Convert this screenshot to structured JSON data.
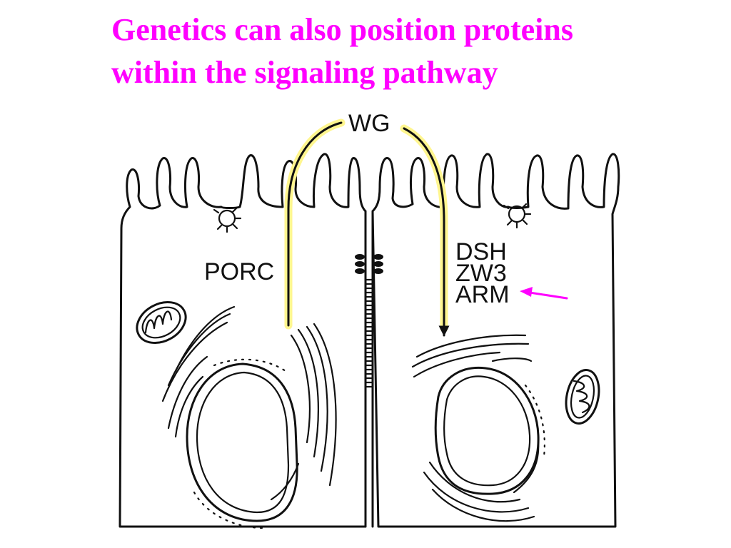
{
  "slide": {
    "title_line1": "Genetics can also position proteins",
    "title_line2": "within the signaling pathway",
    "title_color": "#FF00FF"
  },
  "diagram": {
    "ligand_label": "WG",
    "sending_cell_label": "PORC",
    "receiving_cell_labels": [
      "DSH",
      "ZW3",
      "ARM"
    ],
    "pointer_arrow_color": "#FF00FF",
    "signal_path_highlight_color": "#FFF68F"
  }
}
